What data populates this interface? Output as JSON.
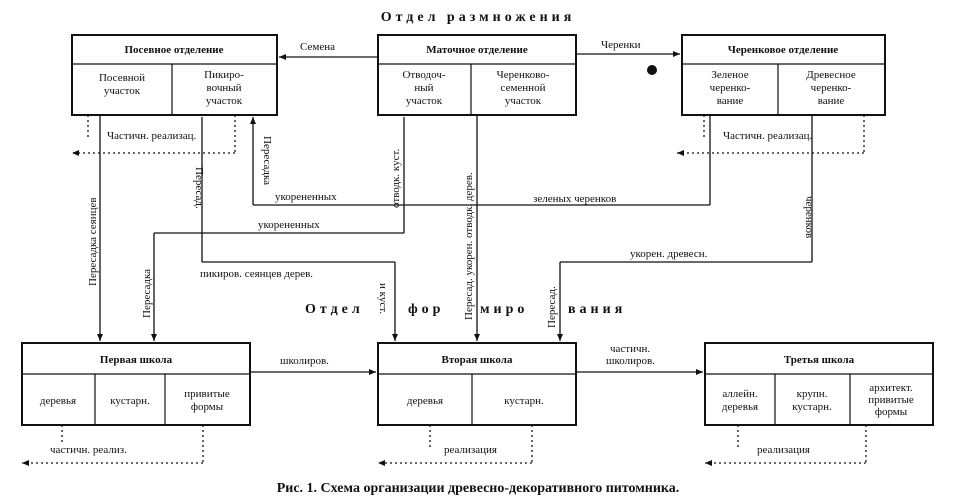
{
  "sections": {
    "top": "Отдел размножения",
    "bottom_parts": [
      "Отдел",
      "фор",
      "миро",
      "вания"
    ]
  },
  "boxes": {
    "posevnoe": {
      "title": "Посевное отделение",
      "cells": [
        [
          "Посевной",
          "участок"
        ],
        [
          "Пикиро-",
          "вочный",
          "участок"
        ]
      ]
    },
    "matochnoe": {
      "title": "Маточное отделение",
      "cells": [
        [
          "Отводоч-",
          "ный",
          "участок"
        ],
        [
          "Черенково-",
          "семенной",
          "участок"
        ]
      ]
    },
    "cherenkovoe": {
      "title": "Черенковое отделение",
      "cells": [
        [
          "Зеленое",
          "черенко-",
          "вание"
        ],
        [
          "Древесное",
          "черенко-",
          "вание"
        ]
      ]
    },
    "school1": {
      "title": "Первая школа",
      "cells": [
        [
          "деревья"
        ],
        [
          "кустарн."
        ],
        [
          "привитые",
          "формы"
        ]
      ]
    },
    "school2": {
      "title": "Вторая школа",
      "cells": [
        [
          "деревья"
        ],
        [
          "кустарн."
        ]
      ]
    },
    "school3": {
      "title": "Третья школа",
      "cells": [
        [
          "аллейн.",
          "деревья"
        ],
        [
          "крупн.",
          "кустарн."
        ],
        [
          "архитект.",
          "привитые",
          "формы"
        ]
      ]
    }
  },
  "labels": {
    "semena": "Семена",
    "cherenki": "Черенки",
    "partial_left": "Частичн. реализац.",
    "partial_right": "Частичн. реализац.",
    "peresadka_v": "Пересадка",
    "peresadka_seyancev": "Пересадка сеянцев",
    "peresad": "Пересад.",
    "ukorenennyh_1": "укорененных",
    "ukorenennyh_2": "укорененных",
    "otvodk_kust": "отводк. куст.",
    "peresad_ukoren_otvodk": "Пересад. укорен. отводк. дерев.",
    "zelenyh_cherenkov": "зеленых черенков",
    "cherenkov": "черенков",
    "ukoren_drevesn": "укорен. древесн.",
    "peresadka_2": "Пересадка",
    "pikirov": "пикиров. сеянцев дерев.",
    "i_kust": "и куст.",
    "peresad_2": "Пересад.",
    "shkolirov": "школиров.",
    "chastichn_shkolirov_1": "частичн.",
    "chastichn_shkolirov_2": "школиров.",
    "partial_realiz": "частичн. реализ.",
    "realizaciya_2": "реализация",
    "realizaciya_3": "реализация"
  },
  "caption": "Рис. 1. Схема организации древесно-декоративного питомника."
}
